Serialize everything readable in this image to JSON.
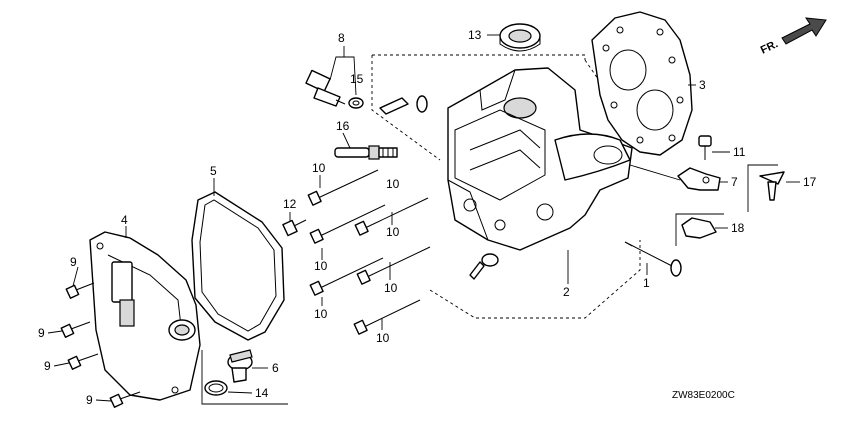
{
  "direction_label": "FR.",
  "drawing_code": "ZW83E0200C",
  "callouts": {
    "c1": "1",
    "c2": "2",
    "c3": "3",
    "c4": "4",
    "c5": "5",
    "c6": "6",
    "c7": "7",
    "c8": "8",
    "c9a": "9",
    "c9b": "9",
    "c9c": "9",
    "c9d": "9",
    "c10a": "10",
    "c10b": "10",
    "c10c": "10",
    "c10d": "10",
    "c10e": "10",
    "c10f": "10",
    "c10g": "10",
    "c11": "11",
    "c12": "12",
    "c13": "13",
    "c14": "14",
    "c15": "15",
    "c16": "16",
    "c17": "17",
    "c18": "18"
  },
  "colors": {
    "line": "#000000",
    "shade": "#d9d9d9",
    "dark": "#4a4a4a",
    "background": "#ffffff"
  },
  "icons": {
    "direction_arrow": "front-direction-arrow-icon"
  }
}
